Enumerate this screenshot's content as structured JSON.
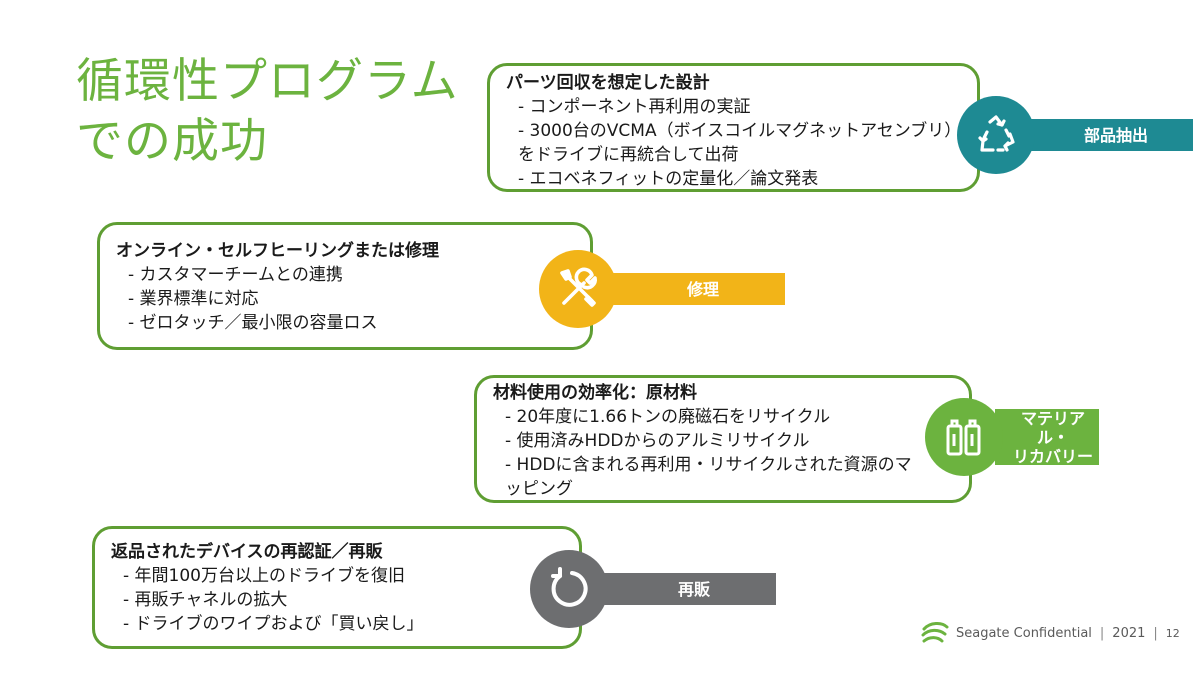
{
  "title": {
    "line1": "循環性プログラム",
    "line2": "での成功"
  },
  "cards": [
    {
      "heading": "パーツ回収を想定した設計",
      "items": [
        "- コンポーネント再利用の実証",
        "- 3000台のVCMA（ボイスコイルマグネットアセンブリ）をドライブに再統合して出荷",
        "- エコベネフィットの定量化／論文発表"
      ],
      "badge": {
        "label": "部品抽出",
        "icon": "recycle-icon",
        "color": "#1e8a93"
      }
    },
    {
      "heading": "オンライン・セルフヒーリングまたは修理",
      "items": [
        "- カスタマーチームとの連携",
        "- 業界標準に対応",
        "- ゼロタッチ／最小限の容量ロス"
      ],
      "badge": {
        "label": "修理",
        "icon": "tools-icon",
        "color": "#f2b418"
      }
    },
    {
      "heading": "材料使用の効率化：原材料",
      "items": [
        "- 20年度に1.66トンの廃磁石をリサイクル",
        "- 使用済みHDDからのアルミリサイクル",
        "- HDDに含まれる再利用・リサイクルされた資源のマッピング"
      ],
      "badge": {
        "label_line1": "マテリアル・",
        "label_line2": "リカバリー",
        "icon": "batteries-icon",
        "color": "#6cb33f"
      }
    },
    {
      "heading": "返品されたデバイスの再認証／再販",
      "items": [
        "- 年間100万台以上のドライブを復旧",
        "- 再販チャネルの拡大",
        "- ドライブのワイプおよび「買い戻し」"
      ],
      "badge": {
        "label": "再販",
        "icon": "refresh-icon",
        "color": "#6d6e70"
      }
    }
  ],
  "footer": {
    "brand": "Seagate Confidential",
    "year": "2021",
    "page": "12",
    "logo_color": "#6cb33f"
  }
}
